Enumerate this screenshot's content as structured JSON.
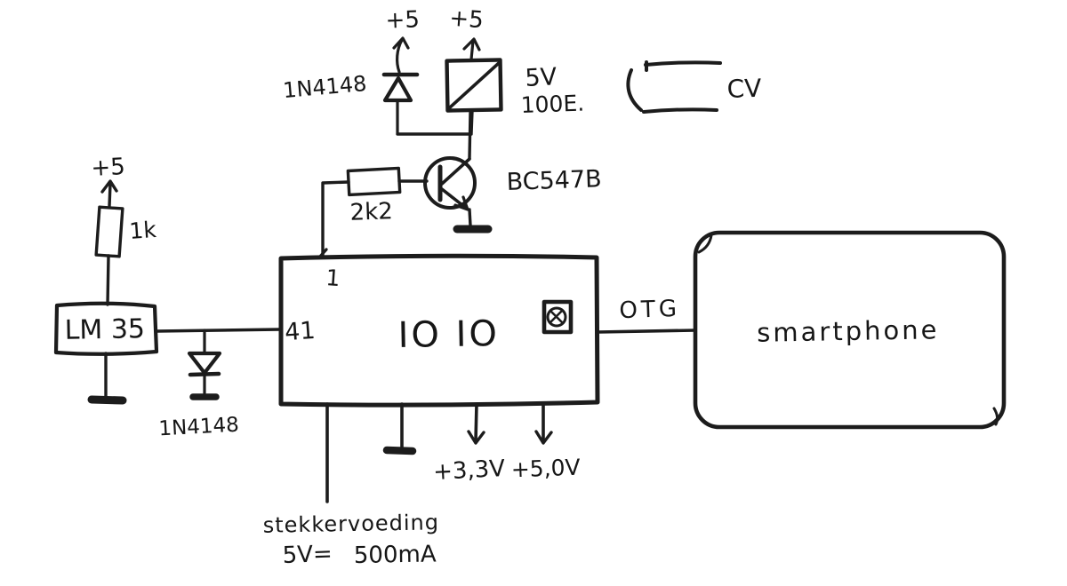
{
  "diagram": {
    "kind": "hand-drawn circuit schematic",
    "ink_color": "#1c1c1c",
    "background_color": "#ffffff",
    "power": {
      "plus5_left": "+5",
      "plus5_flyback": "+5",
      "plus5_relay": "+5"
    },
    "components": {
      "pullup_resistor": "1k",
      "sensor": "LM 35",
      "clamp_diode": "1N4148",
      "flyback_diode": "1N4148",
      "base_resistor": "2k2",
      "transistor": "BC547B",
      "relay_voltage": "5V",
      "relay_coil": "100E.",
      "contact": "CV"
    },
    "ioio": {
      "name": "IO IO",
      "pin_top": "1",
      "pin_left": "41"
    },
    "connections": {
      "otg": "OTG"
    },
    "smartphone": "smartphone",
    "supply": {
      "name": "stekkervoeding",
      "voltage": "5V=",
      "current": "500mA"
    },
    "rails": {
      "v33": "+3,3V",
      "v50": "+5,0V"
    }
  }
}
